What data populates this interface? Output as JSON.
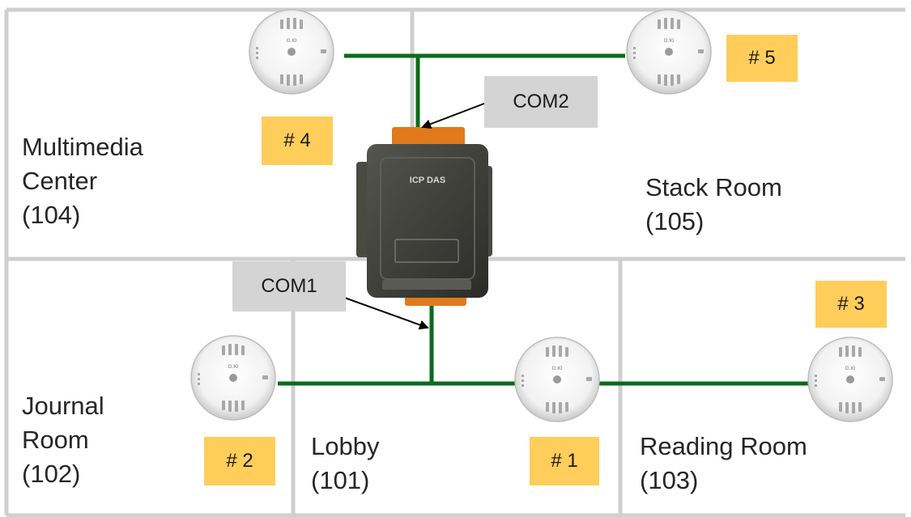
{
  "rooms": {
    "multimedia": {
      "line1": "Multimedia",
      "line2": "Center",
      "line3": "(104)"
    },
    "stack": {
      "line1": "Stack Room",
      "line2": "(105)"
    },
    "journal": {
      "line1": "Journal",
      "line2": "Room",
      "line3": "(102)"
    },
    "lobby": {
      "line1": "Lobby",
      "line2": "(101)"
    },
    "reading": {
      "line1": "Reading Room",
      "line2": "(103)"
    }
  },
  "sensor_tags": {
    "s1": "# 1",
    "s2": "# 2",
    "s3": "# 3",
    "s4": "# 4",
    "s5": "# 5"
  },
  "ports": {
    "com1": "COM1",
    "com2": "COM2"
  },
  "device": {
    "brand": "ICP DAS"
  },
  "colors": {
    "wire": "#0b6b1a",
    "wall": "#cfcfcf",
    "tag": "#ffcd5a",
    "port_box": "#d4d4d4",
    "device_body": "#3d3d38",
    "connector": "#e07a1c"
  },
  "icons": [
    "sensor-icon",
    "controller-device-icon",
    "arrow-icon"
  ]
}
